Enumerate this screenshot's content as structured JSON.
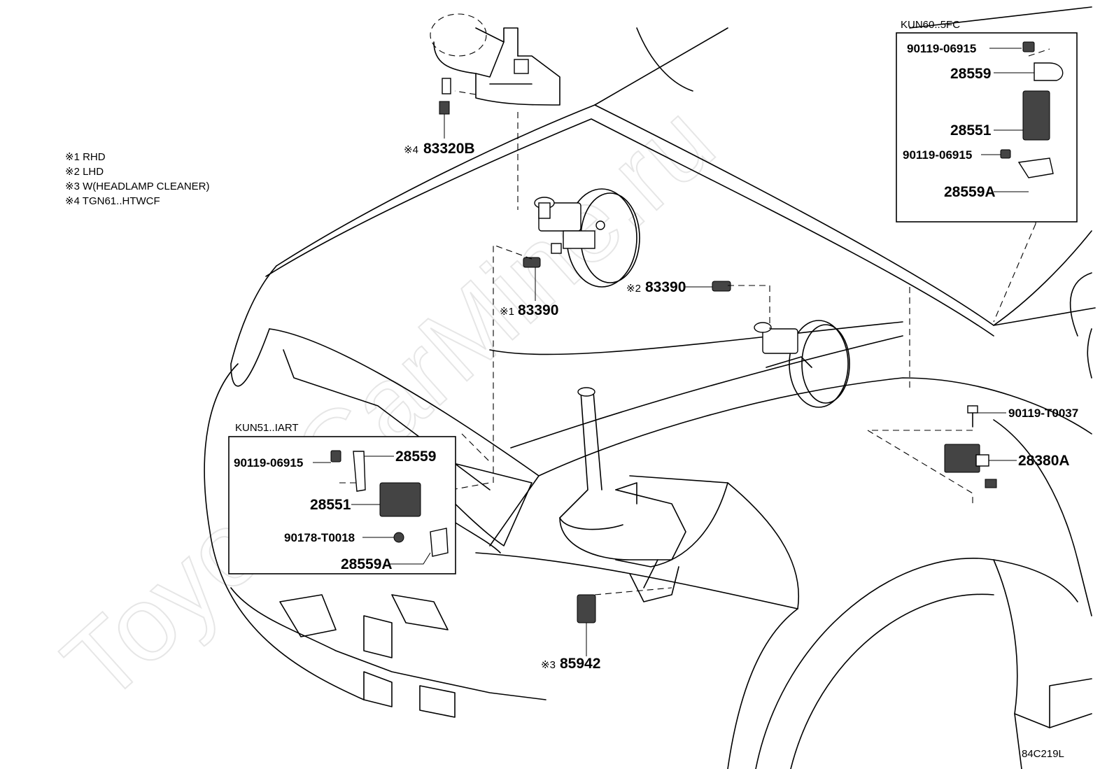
{
  "notes": [
    "※1 RHD",
    "※2 LHD",
    "※3 W(HEADLAMP CLEANER)",
    "※4 TGN61..HTWCF"
  ],
  "watermark": "ToyotaCarMine.ru",
  "diagram_code": "84C219L",
  "inset_kun60": {
    "title": "KUN60..5FC",
    "parts": {
      "bolt_top": "90119-06915",
      "bracket": "28559",
      "relay": "28551",
      "bolt_bottom": "90119-06915",
      "bracket_a": "28559A"
    }
  },
  "inset_kun51": {
    "title": "KUN51..IART",
    "parts": {
      "bolt": "90119-06915",
      "bracket": "28559",
      "relay": "28551",
      "nut": "90178-T0018",
      "bracket_a": "28559A"
    }
  },
  "callouts": {
    "washer_sensor": {
      "mark": "※4",
      "part": "83320B"
    },
    "switch_rhd": {
      "mark": "※1",
      "part": "83390"
    },
    "switch_lhd": {
      "mark": "※2",
      "part": "83390"
    },
    "bolt_right": {
      "part": "90119-T0037"
    },
    "relay_right": {
      "part": "28380A"
    },
    "cleaner_relay": {
      "mark": "※3",
      "part": "85942"
    }
  }
}
